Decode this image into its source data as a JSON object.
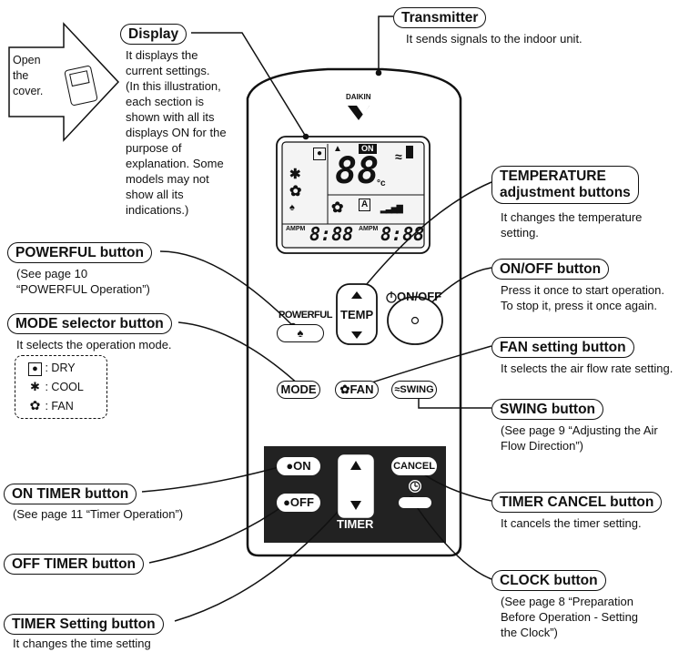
{
  "open_cover": {
    "line1": "Open",
    "line2": "the",
    "line3": "cover."
  },
  "labels": {
    "transmitter": {
      "title": "Transmitter",
      "desc": "It sends signals to the indoor unit."
    },
    "display": {
      "title": "Display",
      "desc": [
        "It displays the",
        "current settings.",
        "(In this illustration,",
        "each section is",
        "shown with all its",
        "displays ON for the",
        "purpose of",
        "explanation.  Some",
        "models may not",
        "show all its",
        "indications.)"
      ]
    },
    "temperature": {
      "title1": "TEMPERATURE",
      "title2": "adjustment buttons",
      "desc": [
        "It changes the temperature",
        "setting."
      ]
    },
    "onoff": {
      "title": "ON/OFF button",
      "desc": [
        "Press it once to start operation.",
        "To stop it, press it once again."
      ]
    },
    "fan": {
      "title": "FAN setting button",
      "desc": "It selects the air flow rate setting."
    },
    "swing": {
      "title": "SWING button",
      "desc": [
        "(See page 9 “Adjusting the Air",
        "Flow Direction”)"
      ]
    },
    "timer_cancel": {
      "title": "TIMER CANCEL button",
      "desc": "It cancels the timer setting."
    },
    "clock": {
      "title": "CLOCK button",
      "desc": [
        "(See page 8 “Preparation",
        "Before Operation - Setting",
        "the Clock”)"
      ]
    },
    "powerful": {
      "title": "POWERFUL button",
      "desc": [
        "(See page 10",
        "“POWERFUL Operation”)"
      ]
    },
    "mode": {
      "title": "MODE selector button",
      "desc": "It selects the operation mode."
    },
    "on_timer": {
      "title": "ON TIMER button",
      "desc": "(See page 11 “Timer Operation”)"
    },
    "off_timer": {
      "title": "OFF TIMER button"
    },
    "timer_setting": {
      "title": "TIMER Setting button",
      "desc": "It changes the time setting"
    }
  },
  "legend": [
    {
      "icon": "dry-icon",
      "text": ": DRY"
    },
    {
      "icon": "cool-icon",
      "text": ": COOL"
    },
    {
      "icon": "fan-icon",
      "text": ": FAN"
    }
  ],
  "remote": {
    "brand": "DAIKIN",
    "powerful": "POWERFUL",
    "temp": "TEMP",
    "onoff": "ON/OFF",
    "mode": "MODE",
    "fan": "FAN",
    "swing": "SWING",
    "on": "ON",
    "off": "OFF",
    "cancel": "CANCEL",
    "timer": "TIMER",
    "lcd": {
      "on_badge": "ON",
      "temp_digits": "88",
      "unit": "°c",
      "am_pm": "AMPM",
      "time1": "8:88",
      "time2": "8:88"
    }
  }
}
